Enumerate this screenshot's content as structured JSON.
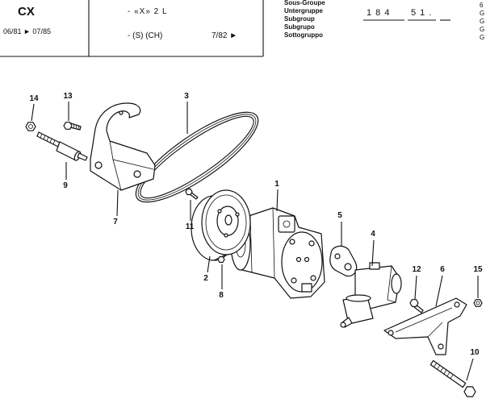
{
  "header": {
    "model": "CX",
    "period": "06/81 ► 07/85",
    "variant_line1": "- «X» 2 L",
    "variant_line2": "- (S) (CH)",
    "variant_date": "7/82 ►",
    "subgroup_labels": [
      "Sous-Groupe",
      "Untergruppe",
      "Subgroup",
      "Subgrupo",
      "Sottogruppo"
    ],
    "subgroup_code_part1": "1 8 4",
    "subgroup_code_part2": "5 1 .",
    "edge_marks": [
      "6",
      "G",
      "G",
      "G",
      "G"
    ]
  },
  "callouts": {
    "part_1": "1",
    "part_2": "2",
    "part_3": "3",
    "part_4": "4",
    "part_5": "5",
    "part_6": "6",
    "part_7": "7",
    "part_8": "8",
    "part_9": "9",
    "part_10": "10",
    "part_11": "11",
    "part_12": "12",
    "part_13": "13",
    "part_14": "14",
    "part_15": "15"
  }
}
